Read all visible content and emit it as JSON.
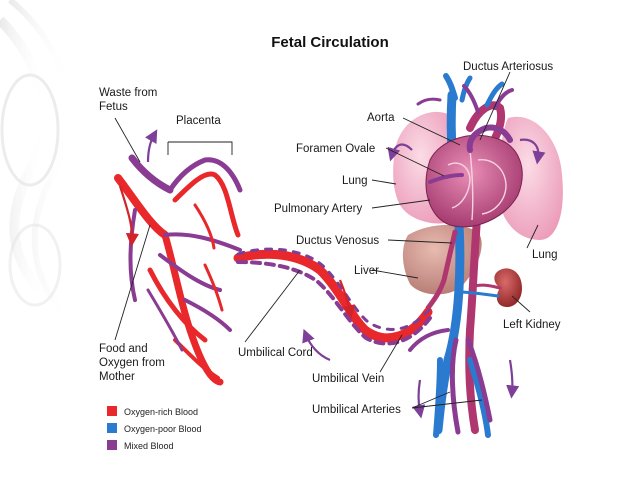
{
  "title": "Fetal Circulation",
  "labels": {
    "waste_from_fetus": [
      "Waste from",
      "Fetus"
    ],
    "placenta": "Placenta",
    "food_and_oxygen": [
      "Food and",
      "Oxygen from",
      "Mother"
    ],
    "umbilical_cord": "Umbilical Cord",
    "ductus_arteriosus": "Ductus Arteriosus",
    "aorta": "Aorta",
    "foramen_ovale": "Foramen Ovale",
    "lung_left": "Lung",
    "pulmonary_artery": "Pulmonary Artery",
    "ductus_venosus": "Ductus Venosus",
    "lung_right": "Lung",
    "liver": "Liver",
    "left_kidney": "Left Kidney",
    "umbilical_vein": "Umbilical Vein",
    "umbilical_arteries": "Umbilical Arteries"
  },
  "legend": [
    {
      "label": "Oxygen-rich Blood",
      "color": "#e8282b"
    },
    {
      "label": "Oxygen-poor Blood",
      "color": "#2a7bd0"
    },
    {
      "label": "Mixed Blood",
      "color": "#8a3c93"
    }
  ],
  "colors": {
    "oxygen_rich": "#e8282b",
    "oxygen_poor": "#2a7bd0",
    "mixed": "#8a3c93",
    "lung": "#f2b3c8",
    "liver": "#c98a80",
    "kidney": "#b23a3a",
    "heart": "#c44a7a",
    "arrow_red": "#d2232a",
    "arrow_purple": "#7d3f98"
  }
}
